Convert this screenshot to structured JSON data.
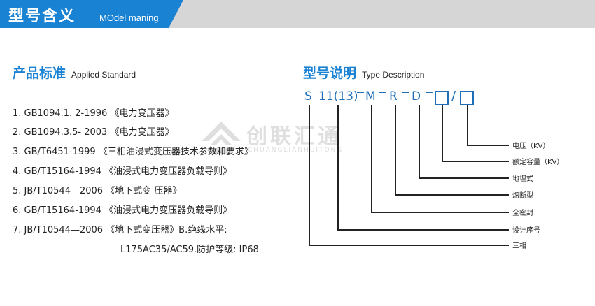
{
  "header": {
    "title": "型号含义",
    "subtitle": "MOdel maning"
  },
  "standards": {
    "title_cn": "产品标准",
    "title_en": "Applied Standard",
    "items": [
      "1. GB1094.1. 2-1996 《电力变压器》",
      "2. GB1094.3.5- 2003 《电力变压器》",
      "3. GB/T6451-1999 《三相油浸式变压器技术参数和要求》",
      "4. GB/T15164-1994 《油浸式电力变压器负载导则》",
      "5. JB/T10544—2006 《地下式变 压器》",
      "6. GB/T15164-1994 《油浸式电力变压器负载导则》",
      "7. JB/T10544—2006 《地下式变压器》B.绝缘水平:"
    ],
    "continuation": "L175AC35/AC59.防护等级: IP68"
  },
  "watermark": {
    "cn": "创联汇通",
    "en": "CHUANGLIANHUITONG"
  },
  "type_desc": {
    "title_cn": "型号说明",
    "title_en": "Type Description",
    "code": {
      "s": "S",
      "design": "11(13)",
      "m": "M",
      "r": "R",
      "d": "D",
      "slash": "/"
    },
    "labels": {
      "voltage": "电压（KV）",
      "capacity": "额定容量（KV）",
      "underground": "地埋式",
      "fuse": "熔断型",
      "sealed": "全密封",
      "design_no": "设计序号",
      "three_phase": "三相"
    }
  }
}
